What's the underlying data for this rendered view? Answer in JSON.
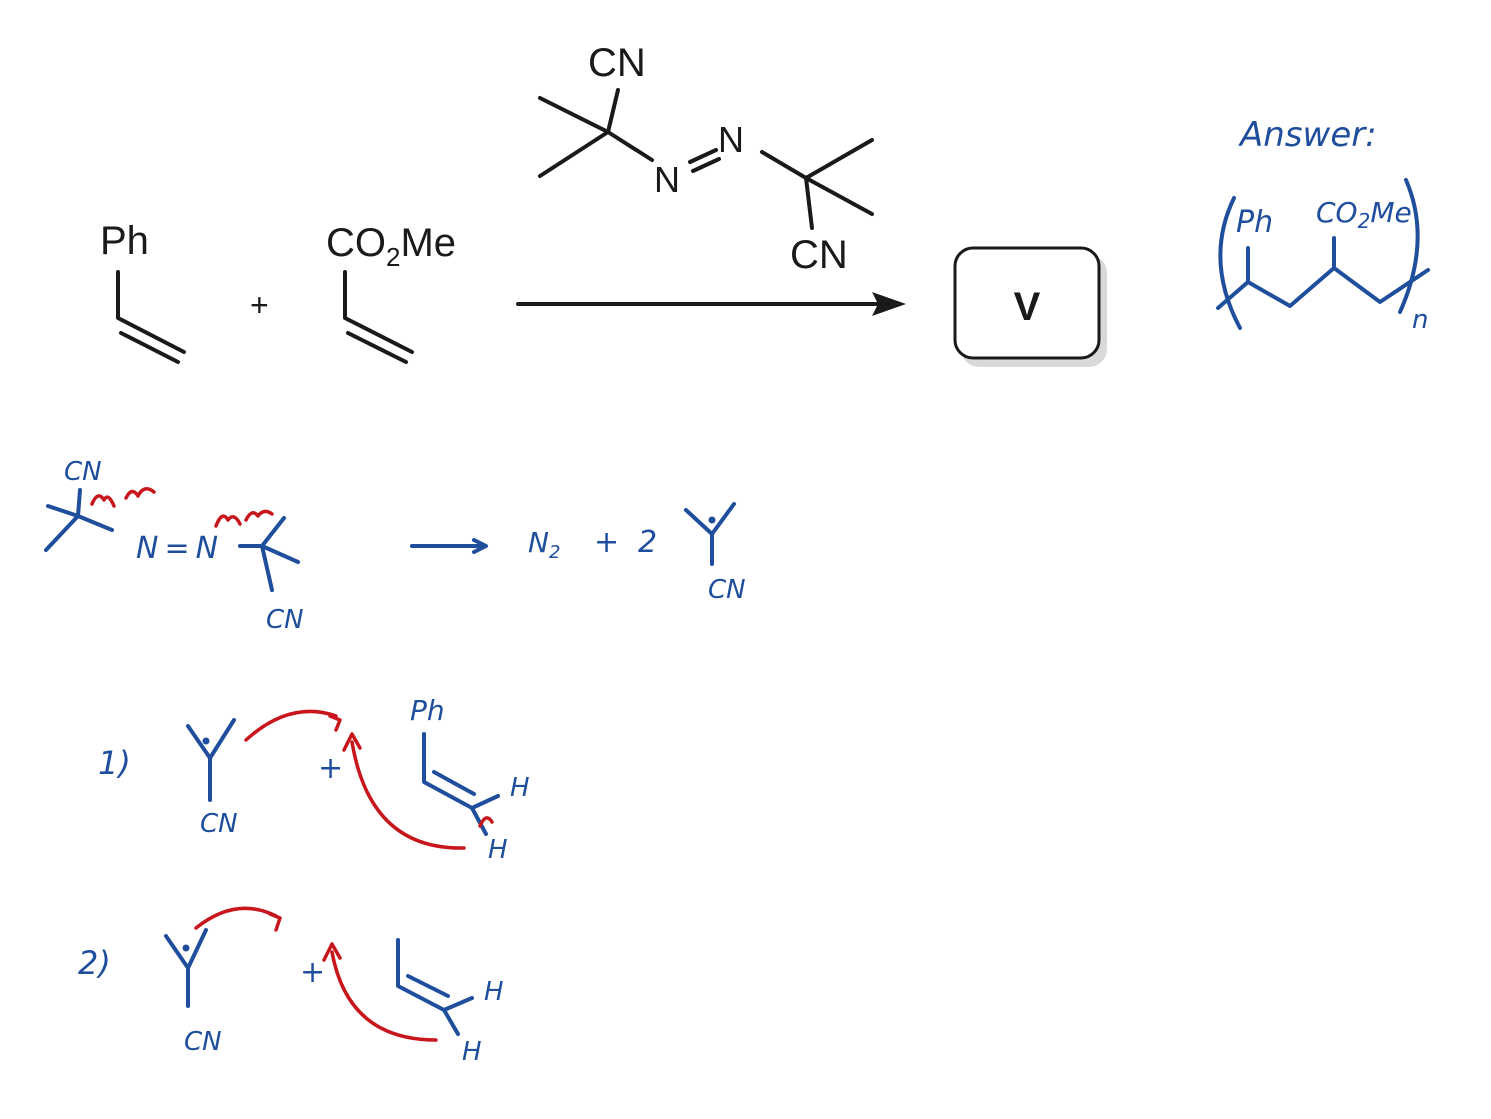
{
  "printed": {
    "styrene_substituent": "Ph",
    "acrylate_substituent": "CO",
    "acrylate_subscript": "2",
    "acrylate_tail": "Me",
    "plus": "+",
    "aibn_cn_top": "CN",
    "aibn_n1": "N",
    "aibn_n2": "N",
    "aibn_cn_bottom": "CN",
    "product_label": "V"
  },
  "answer": {
    "heading": "Answer:",
    "substituent_1": "Ph",
    "substituent_2": "CO",
    "substituent_2_sub": "2",
    "substituent_2_tail": "Me",
    "repeat_index": "n"
  },
  "mechanism": {
    "initiation": {
      "cn_top": "CN",
      "n_left": "N",
      "equals": "=",
      "n_right": "N",
      "cn_bottom": "CN",
      "n2_label": "N",
      "n2_sub": "2",
      "plus": "+",
      "coefficient": "2",
      "radical_cn": "CN"
    },
    "step1": {
      "label": "1)",
      "radical_cn": "CN",
      "plus": "+",
      "alkene_substituent": "Ph",
      "h_top": "H",
      "h_bottom": "H"
    },
    "step2": {
      "label": "2)",
      "radical_cn": "CN",
      "plus": "+",
      "h_top": "H",
      "h_bottom": "H"
    }
  },
  "colors": {
    "print": "#1a1a1a",
    "handwriting_blue": "#1f4e9c",
    "arrow_red": "#c8161d"
  }
}
